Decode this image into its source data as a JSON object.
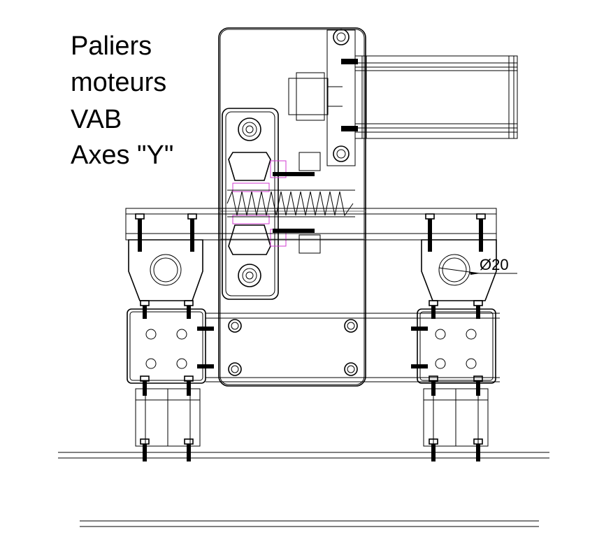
{
  "title_lines": [
    "Paliers",
    "moteurs",
    "VAB",
    "Axes \"Y\""
  ],
  "dimension_label": "Ø20",
  "colors": {
    "line": "#000000",
    "detail": "#707070",
    "highlight": "#d23bd0"
  }
}
